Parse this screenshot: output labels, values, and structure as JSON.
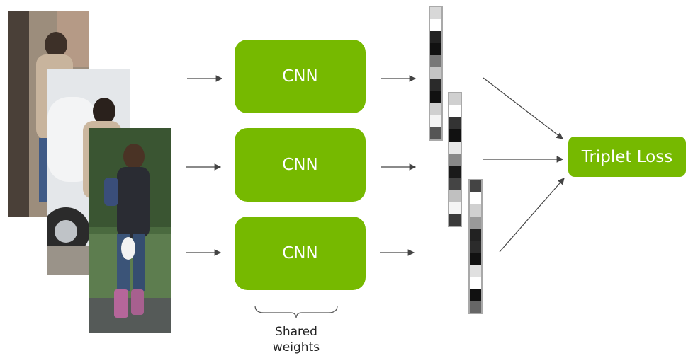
{
  "cnn_blocks": [
    {
      "label": "CNN"
    },
    {
      "label": "CNN"
    },
    {
      "label": "CNN"
    }
  ],
  "loss_box": {
    "label": "Triplet Loss"
  },
  "shared_weights": {
    "line1": "Shared",
    "line2": "weights"
  },
  "embedding_shades": [
    [
      "#d8d8d8",
      "#ffffff",
      "#222222",
      "#111111",
      "#777777",
      "#c4c4c4",
      "#2a2a2a",
      "#111111",
      "#d0d0d0",
      "#f4f4f4",
      "#555555"
    ],
    [
      "#d0d0d0",
      "#ffffff",
      "#333333",
      "#111111",
      "#e8e8e8",
      "#888888",
      "#1a1a1a",
      "#444444",
      "#c0c0c0",
      "#f5f5f5",
      "#3a3a3a"
    ],
    [
      "#444444",
      "#ffffff",
      "#d0d0d0",
      "#999999",
      "#222222",
      "#2b2b2b",
      "#111111",
      "#e0e0e0",
      "#ffffff",
      "#111111",
      "#666666"
    ]
  ],
  "colors": {
    "accent": "#76b900",
    "arrow": "#444444"
  }
}
